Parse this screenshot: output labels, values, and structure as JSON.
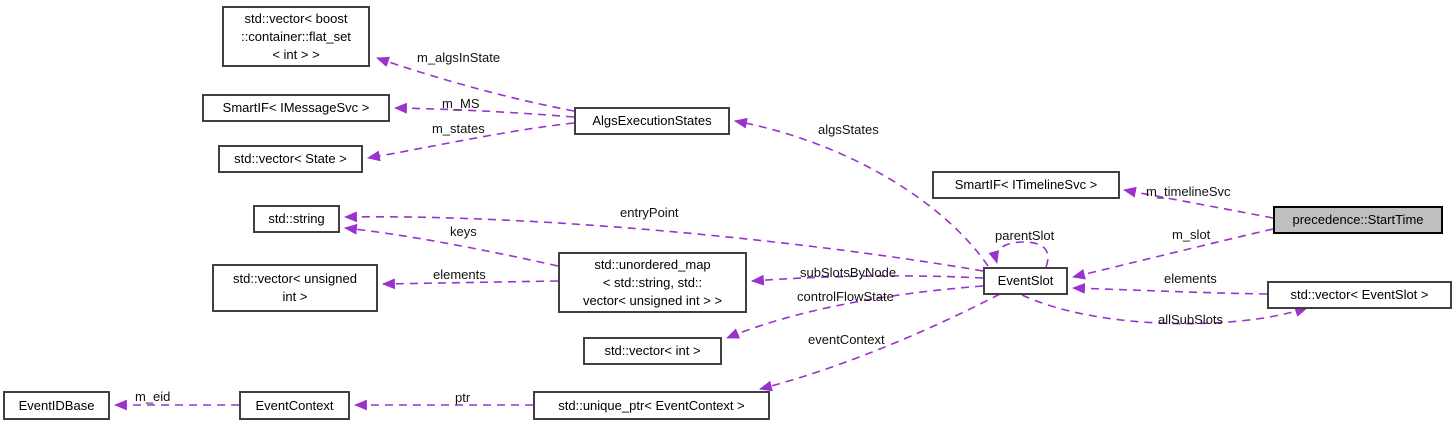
{
  "diagram": {
    "type": "collaboration-graph",
    "colors": {
      "edge": "#9a32cd",
      "node_border": "#404040",
      "node_fill": "#ffffff",
      "selected_node_fill": "#bfbfbf",
      "selected_node_border": "#000000",
      "background": "#ffffff",
      "text": "#000000"
    },
    "nodes": {
      "flat_set_int": "std::vector< boost\n::container::flat_set\n< int > >",
      "smartif_imessagesvc": "SmartIF< IMessageSvc >",
      "vector_state": "std::vector< State >",
      "algs_execution_states": "AlgsExecutionStates",
      "std_string": "std::string",
      "vector_unsigned_int": "std::vector< unsigned\nint >",
      "unordered_map": "std::unordered_map\n< std::string, std::\nvector< unsigned int > >",
      "vector_int": "std::vector< int >",
      "smartif_itimelinesvc": "SmartIF< ITimelineSvc >",
      "event_slot": "EventSlot",
      "start_time": "precedence::StartTime",
      "vector_event_slot": "std::vector< EventSlot >",
      "event_id_base": "EventIDBase",
      "event_context": "EventContext",
      "unique_ptr_event_context": "std::unique_ptr< EventContext >"
    },
    "edge_labels": {
      "m_algsInState": "m_algsInState",
      "m_MS": "m_MS",
      "m_states": "m_states",
      "algsStates": "algsStates",
      "entryPoint": "entryPoint",
      "keys": "keys",
      "elements_left": "elements",
      "subSlotsByNode": "subSlotsByNode",
      "controlFlowState": "controlFlowState",
      "eventContext": "eventContext",
      "parentSlot": "parentSlot",
      "m_timelineSvc": "m_timelineSvc",
      "m_slot": "m_slot",
      "elements_right": "elements",
      "allSubSlots": "allSubSlots",
      "ptr": "ptr",
      "m_eid": "m_eid"
    },
    "edges": [
      {
        "from": "AlgsExecutionStates",
        "to": "std::vector< boost::container::flat_set< int > >",
        "label": "m_algsInState"
      },
      {
        "from": "AlgsExecutionStates",
        "to": "SmartIF< IMessageSvc >",
        "label": "m_MS"
      },
      {
        "from": "AlgsExecutionStates",
        "to": "std::vector< State >",
        "label": "m_states"
      },
      {
        "from": "EventSlot",
        "to": "AlgsExecutionStates",
        "label": "algsStates"
      },
      {
        "from": "EventSlot",
        "to": "std::string",
        "label": "entryPoint"
      },
      {
        "from": "std::unordered_map< std::string, std::vector< unsigned int > >",
        "to": "std::string",
        "label": "keys"
      },
      {
        "from": "std::unordered_map< std::string, std::vector< unsigned int > >",
        "to": "std::vector< unsigned int >",
        "label": "elements"
      },
      {
        "from": "EventSlot",
        "to": "std::unordered_map< std::string, std::vector< unsigned int > >",
        "label": "subSlotsByNode"
      },
      {
        "from": "EventSlot",
        "to": "std::vector< int >",
        "label": "controlFlowState"
      },
      {
        "from": "EventSlot",
        "to": "std::unique_ptr< EventContext >",
        "label": "eventContext"
      },
      {
        "from": "EventSlot",
        "to": "EventSlot",
        "label": "parentSlot"
      },
      {
        "from": "precedence::StartTime",
        "to": "SmartIF< ITimelineSvc >",
        "label": "m_timelineSvc"
      },
      {
        "from": "precedence::StartTime",
        "to": "EventSlot",
        "label": "m_slot"
      },
      {
        "from": "std::vector< EventSlot >",
        "to": "EventSlot",
        "label": "elements"
      },
      {
        "from": "EventSlot",
        "to": "std::vector< EventSlot >",
        "label": "allSubSlots"
      },
      {
        "from": "std::unique_ptr< EventContext >",
        "to": "EventContext",
        "label": "ptr"
      },
      {
        "from": "EventContext",
        "to": "EventIDBase",
        "label": "m_eid"
      }
    ]
  }
}
